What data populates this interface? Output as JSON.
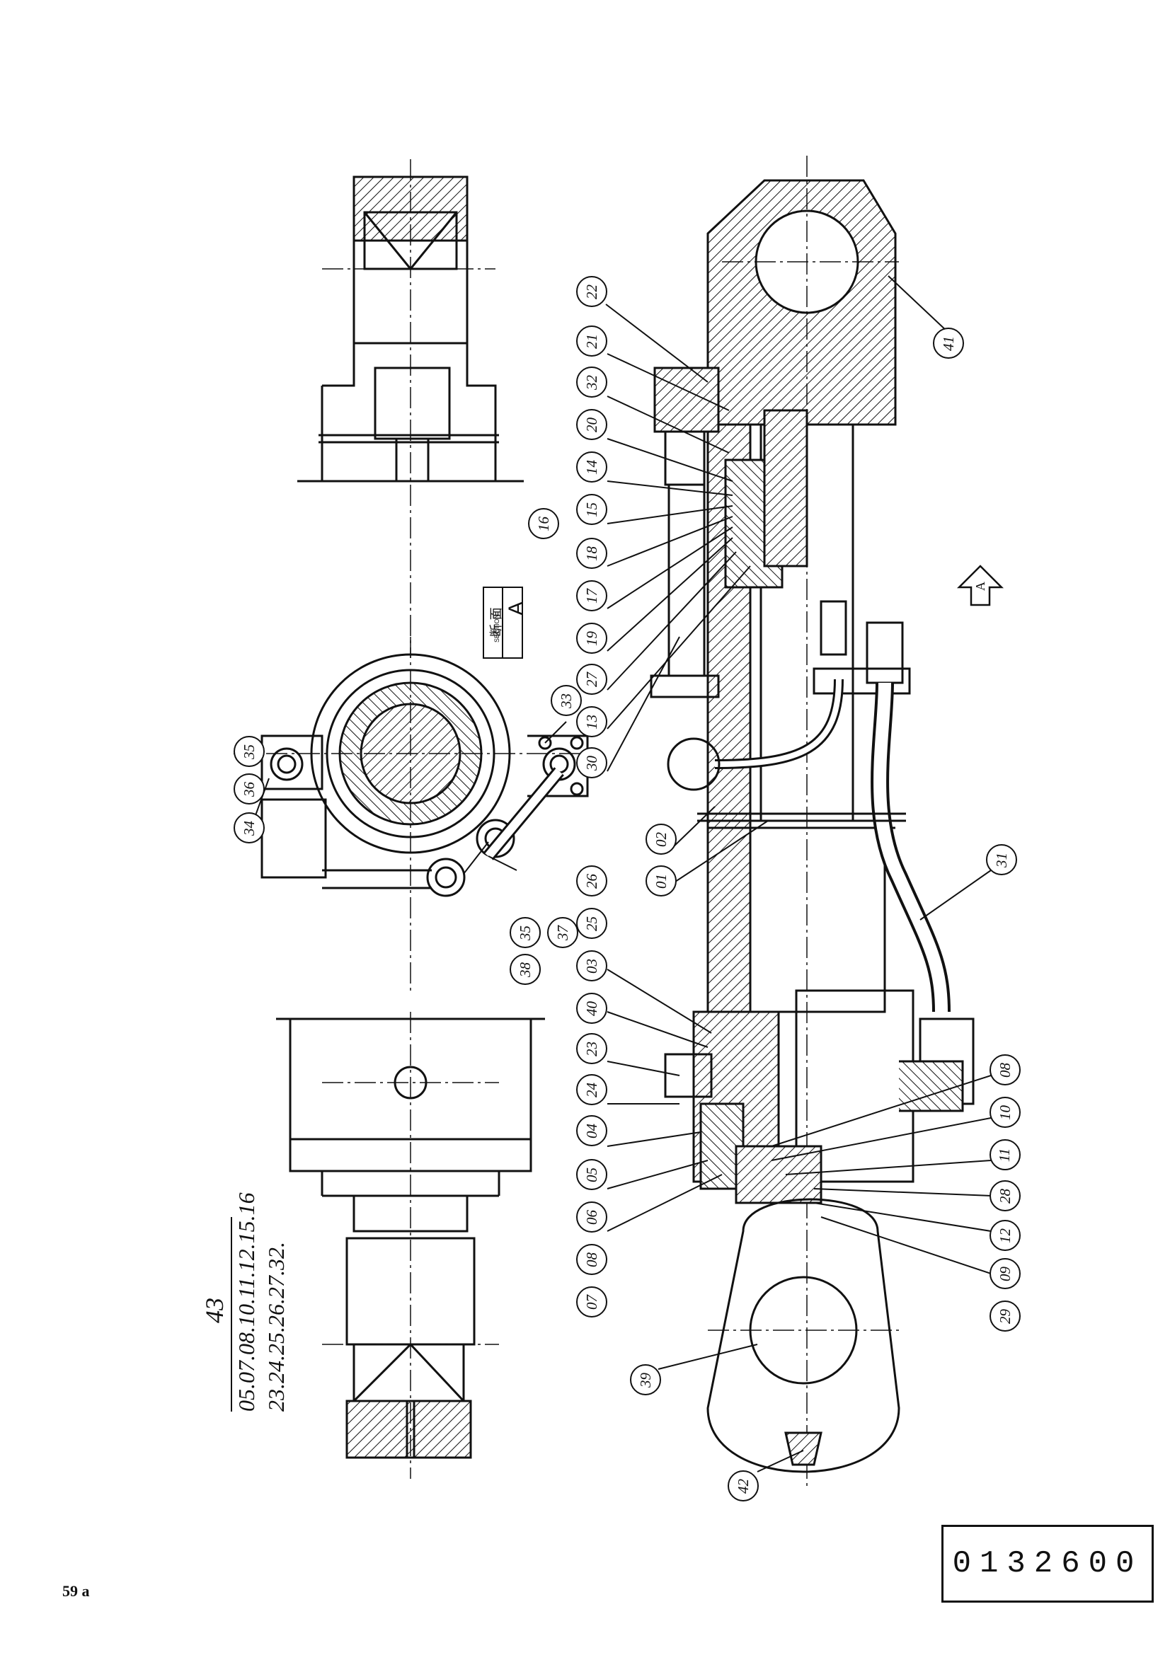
{
  "page": {
    "page_number": "59 a",
    "doc_number": "0132600"
  },
  "section": {
    "kanji": "断 面",
    "en": "SECTION",
    "letter": "A"
  },
  "view_arrow": {
    "letter": "A"
  },
  "kit": {
    "number": "43",
    "line1": "05.07.08.10.11.12.15.16",
    "line2": "23.24.25.26.27.32."
  },
  "balloons": {
    "top_group": [
      "22",
      "21",
      "32",
      "20",
      "14",
      "15",
      "18",
      "17",
      "19",
      "27",
      "13",
      "30"
    ],
    "group16": "16",
    "b41": "41",
    "b33": "33",
    "left_small": [
      "34",
      "36",
      "35"
    ],
    "b37": "37",
    "b38_35": [
      "38",
      "35"
    ],
    "b02": "02",
    "b01": "01",
    "b31": "31",
    "bottom_group": [
      "07",
      "08",
      "06",
      "05",
      "04",
      "24",
      "23",
      "40",
      "03",
      "25",
      "26"
    ],
    "right_group": [
      "08",
      "10",
      "11",
      "28",
      "12",
      "09",
      "29"
    ],
    "b39": "39",
    "b42": "42"
  },
  "colors": {
    "line": "#111111",
    "paper": "#ffffff"
  }
}
